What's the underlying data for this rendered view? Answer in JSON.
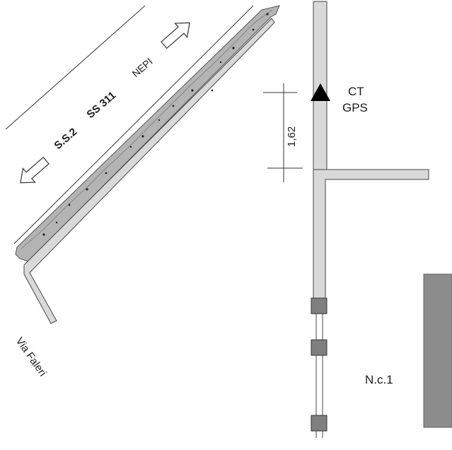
{
  "road": {
    "name_ss2": "S.S.2",
    "name_ss311": "SS 311",
    "direction": "NEPI"
  },
  "side_street": {
    "name": "Via Faleri"
  },
  "control_point": {
    "line1": "CT",
    "line2": "GPS"
  },
  "dimension": {
    "value": "1,62"
  },
  "building": {
    "label": "N.c.1"
  },
  "colors": {
    "hedge": "#b4b4b4",
    "sidewalk": "#d9d9d9",
    "building": "#8c8c8c",
    "post": "#7f7f7f",
    "line": "#333333"
  }
}
